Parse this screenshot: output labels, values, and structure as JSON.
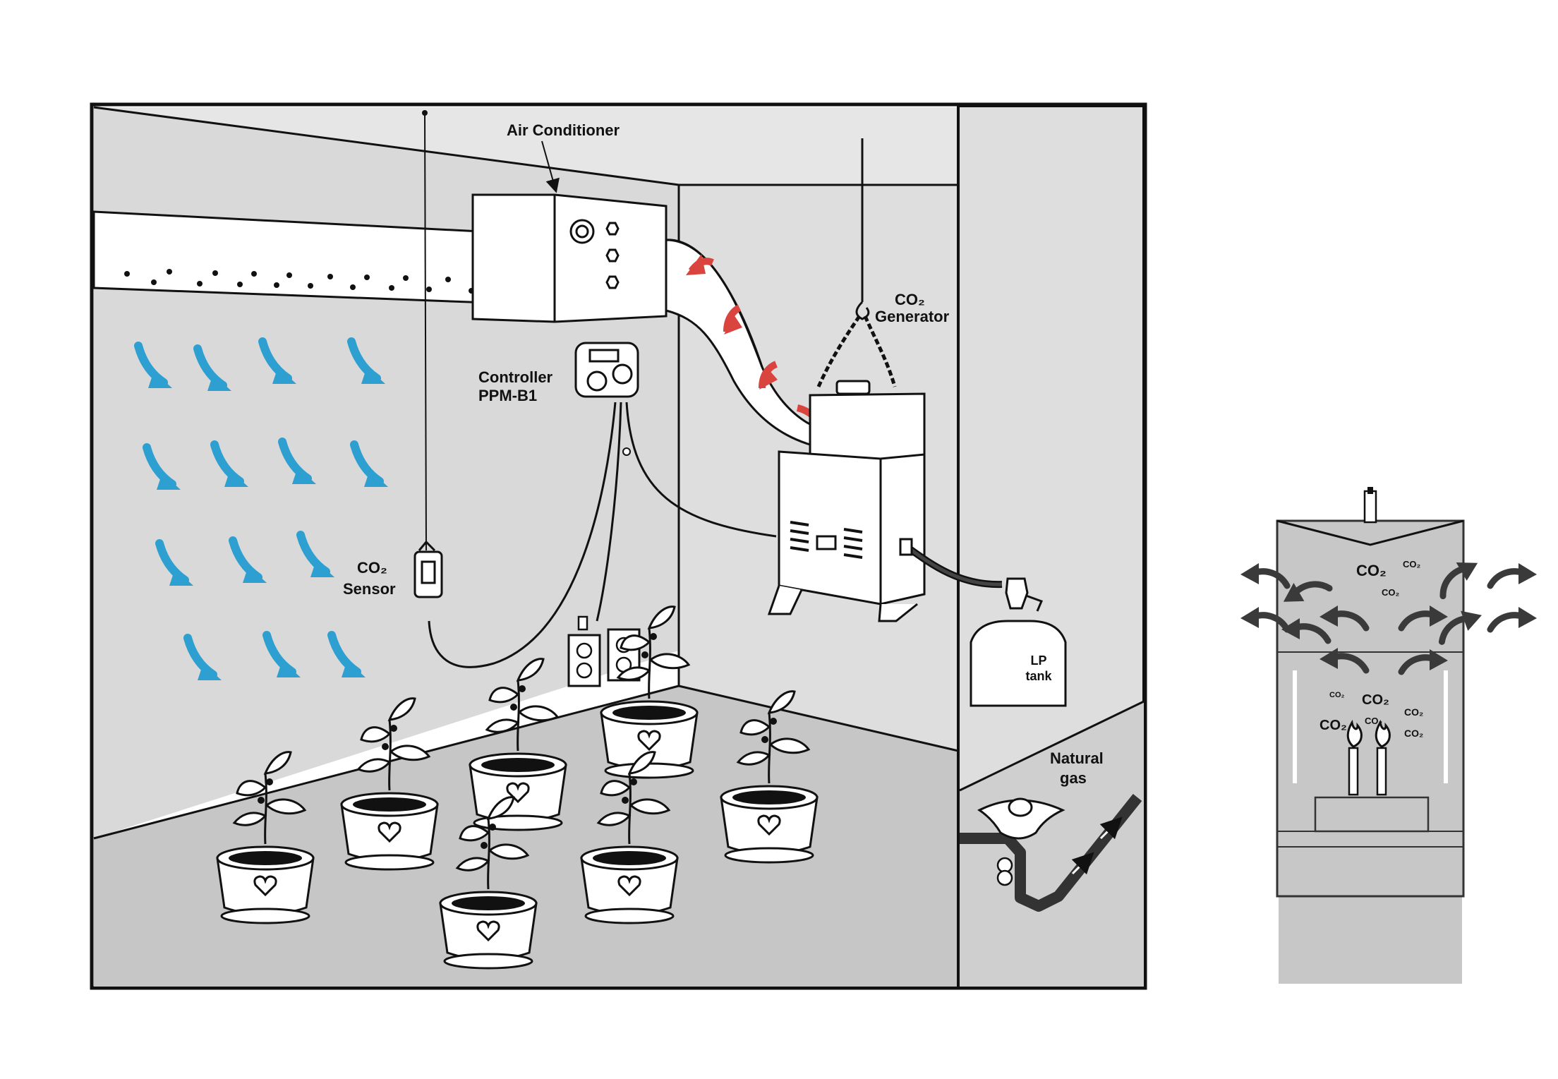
{
  "labels": {
    "air_conditioner": "Air Conditioner",
    "co2_generator_line1": "CO₂",
    "co2_generator_line2": "Generator",
    "controller_line1": "Controller",
    "controller_line2": "PPM-B1",
    "co2_sensor_line1": "CO₂",
    "co2_sensor_line2": "Sensor",
    "lp_tank_line1": "LP",
    "lp_tank_line2": "tank",
    "natural_gas_line1": "Natural",
    "natural_gas_line2": "gas"
  },
  "generator_detail": {
    "co2_tags": [
      "CO₂",
      "CO₂",
      "CO₂",
      "CO₂",
      "CO₂",
      "CO₂",
      "CO₂",
      "CO₂",
      "CO₂"
    ]
  },
  "colors": {
    "wall": "#d9d9d9",
    "floor": "#c6c6c6",
    "airflow_arrow": "#2d9fd0",
    "duct_arrow": "#d9453e",
    "detail_panel": "#c7c7c7",
    "exhaust_arrow": "#3a3a3a"
  },
  "icons": [
    "down-curve-arrow-icon",
    "duct-flow-arrow-icon",
    "flame-icon",
    "exhaust-arrow-icon",
    "heart-icon",
    "leaf-icon",
    "outlet-icon"
  ]
}
